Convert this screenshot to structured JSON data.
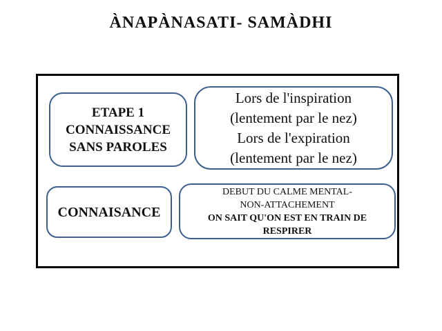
{
  "title": "ÀNAPÀNASATI- SAMÀDHI",
  "diagram": {
    "boxes": {
      "etape1": {
        "lines": [
          "ETAPE 1",
          "CONNAISSANCE",
          "SANS PAROLES"
        ]
      },
      "respiration": {
        "lines": [
          "Lors de l'inspiration",
          "(lentement par le nez)",
          "Lors de l'expiration",
          "(lentement par le nez)"
        ]
      },
      "connaisance": {
        "label": "CONNAISANCE"
      },
      "calme": {
        "lines": [
          "DEBUT DU CALME MENTAL-",
          "NON-ATTACHEMENT",
          "ON SAIT QU'ON EST EN TRAIN DE",
          "RESPIRER"
        ]
      }
    }
  },
  "colors": {
    "box_border": "#3b5f8f",
    "frame_border": "#000000",
    "text": "#111111",
    "background": "#ffffff"
  }
}
